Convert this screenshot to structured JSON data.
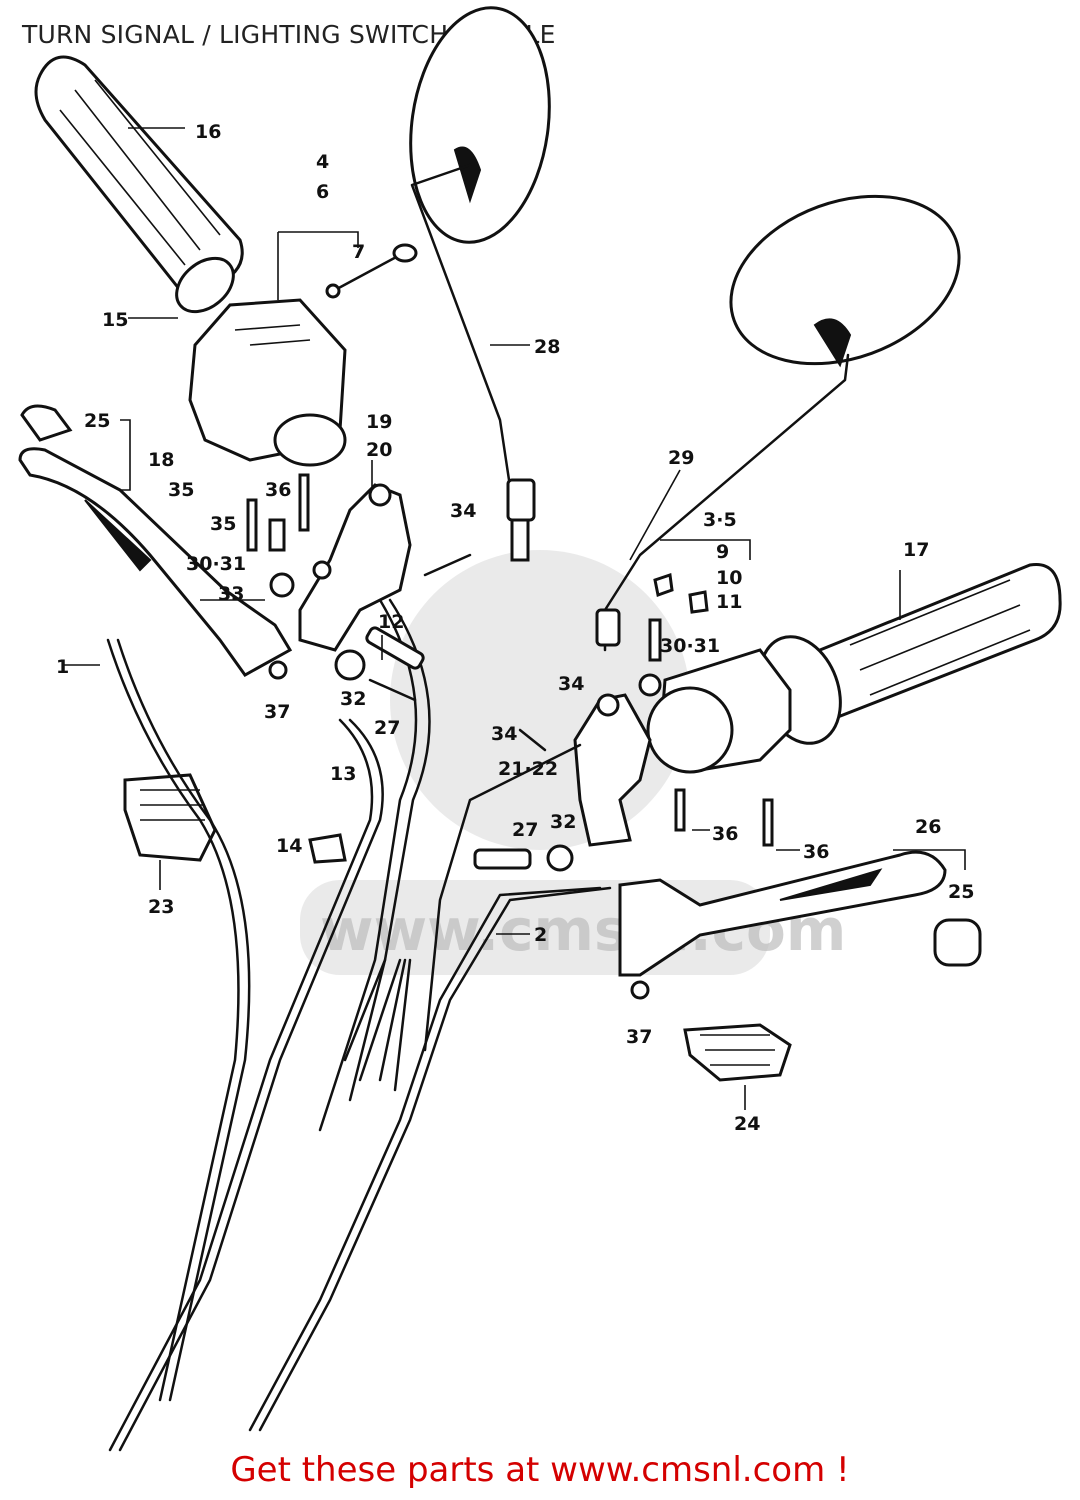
{
  "title": "TURN SIGNAL / LIGHTING SWITCH / CABLE",
  "footer": "Get these parts at www.cmsnl.com !",
  "watermark": "www.cmsnl.com",
  "colors": {
    "footer": "#d40000",
    "ink": "#111111",
    "watermark": "#d9d9d9"
  },
  "callouts": [
    "16",
    "4",
    "6",
    "7",
    "15",
    "28",
    "25",
    "18",
    "19",
    "20",
    "35",
    "36",
    "35",
    "29",
    "3·5",
    "9",
    "10",
    "11",
    "17",
    "34",
    "30·31",
    "33",
    "12",
    "1",
    "32",
    "27",
    "37",
    "34",
    "30·31",
    "34",
    "21·22",
    "13",
    "36",
    "36",
    "26",
    "27",
    "32",
    "14",
    "23",
    "25",
    "2",
    "37",
    "24"
  ]
}
